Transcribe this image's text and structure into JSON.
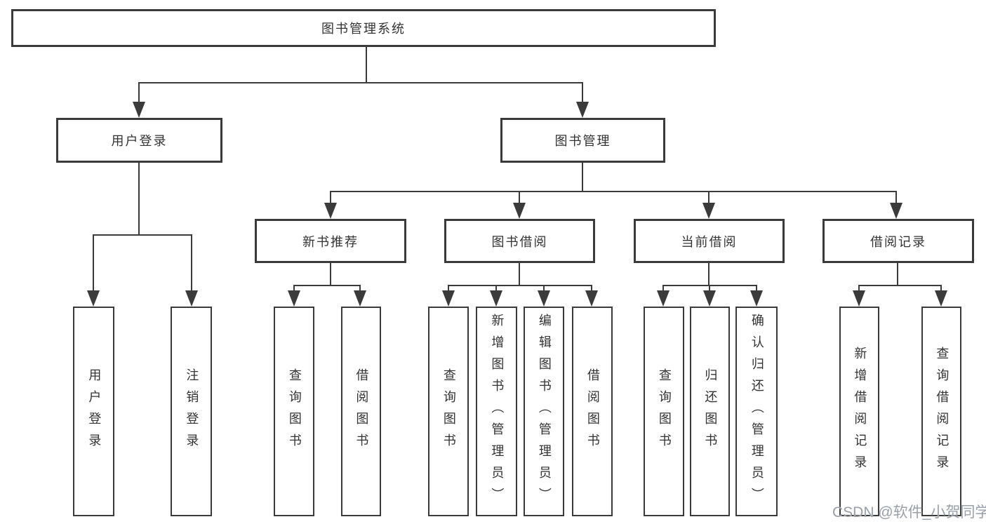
{
  "diagram_title": "图书管理系统",
  "watermark": "CSDN @软件_小贺同学",
  "colors": {
    "line": "#3b3b3b",
    "text": "#333333",
    "watermark": "#99a0a8",
    "background": "#ffffff"
  },
  "nodes": {
    "root": "图书管理系统",
    "user_login": "用户登录",
    "book_management": "图书管理",
    "new_book_recommend": "新书推荐",
    "book_borrow": "图书借阅",
    "current_borrow": "当前借阅",
    "borrow_records": "借阅记录",
    "leaves": {
      "user_login": "用户登录",
      "logout": "注销登录",
      "query_book_recommend": "查询图书",
      "borrow_book_recommend": "借阅图书",
      "query_book_borrow": "查询图书",
      "add_book_admin": "新增图书（管理员）",
      "edit_book_admin": "编辑图书（管理员）",
      "borrow_book": "借阅图书",
      "query_book_current": "查询图书",
      "return_book": "归还图书",
      "confirm_return_admin": "确认归还（管理员）",
      "add_borrow_record": "新增借阅记录",
      "query_borrow_record": "查询借阅记录"
    }
  }
}
